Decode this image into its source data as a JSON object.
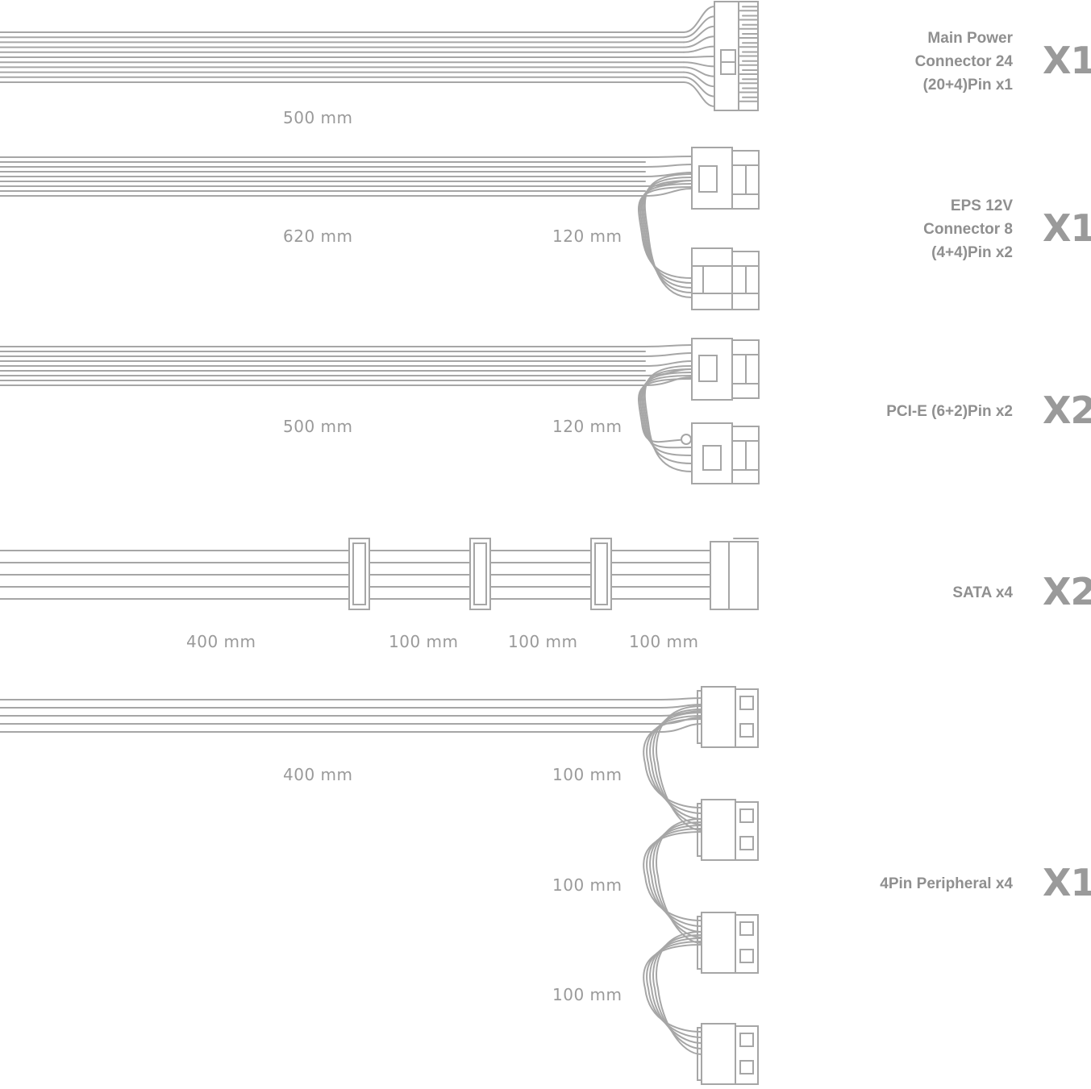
{
  "colors": {
    "line": "#a6a6a6",
    "text": "#9a9a9a",
    "background": "#ffffff"
  },
  "cables": [
    {
      "id": "main",
      "name_lines": [
        "Main Power",
        "Connector 24",
        "(20+4)Pin x1"
      ],
      "quantity": "X1",
      "lengths": [
        "500 mm"
      ]
    },
    {
      "id": "eps",
      "name_lines": [
        "EPS 12V",
        "Connector 8",
        "(4+4)Pin x2"
      ],
      "quantity": "X1",
      "lengths": [
        "620 mm",
        "120 mm"
      ]
    },
    {
      "id": "pcie",
      "name_lines": [
        "PCI-E (6+2)Pin x2"
      ],
      "quantity": "X2",
      "lengths": [
        "500 mm",
        "120 mm"
      ]
    },
    {
      "id": "sata",
      "name_lines": [
        "SATA x4"
      ],
      "quantity": "X2",
      "lengths": [
        "400 mm",
        "100 mm",
        "100 mm",
        "100 mm"
      ]
    },
    {
      "id": "periph",
      "name_lines": [
        "4Pin Peripheral x4"
      ],
      "quantity": "X1",
      "lengths": [
        "400 mm",
        "100 mm",
        "100 mm",
        "100 mm"
      ]
    }
  ]
}
